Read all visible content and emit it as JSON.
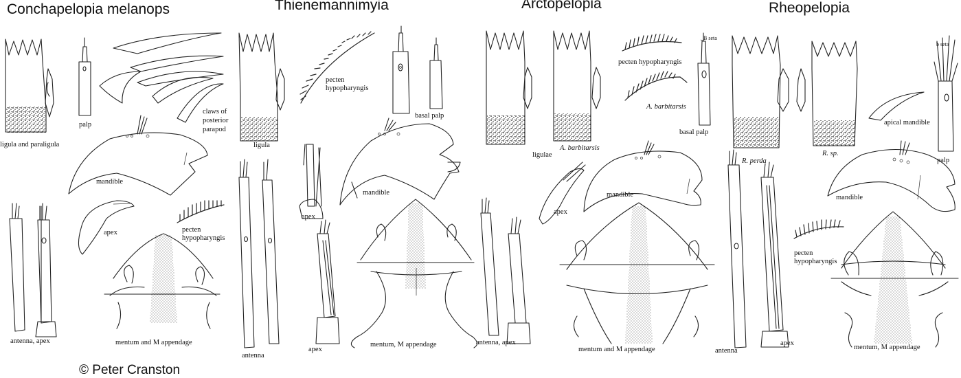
{
  "panels": {
    "conchapelopia": {
      "title": "Conchapelopia melanops",
      "labels": {
        "ligula": "ligula and paraligula",
        "palp": "palp",
        "claws1": "claws of",
        "claws2": "posterior",
        "claws3": "parapod",
        "mandible": "mandible",
        "apex": "apex",
        "pecten1": "pecten",
        "pecten2": "hypopharyngis",
        "antenna": "antenna, apex",
        "mentum": "mentum and M appendage"
      }
    },
    "thienemannimyia": {
      "title": "Thienemannimyia",
      "labels": {
        "pecten1": "pecten",
        "pecten2": "hypopharyngis",
        "basal_palp": "basal palp",
        "ligula": "ligula",
        "mandible": "mandible",
        "apex_upper": "apex",
        "antenna": "antenna",
        "apex_lower": "apex",
        "mentum": "mentum, M appendage"
      }
    },
    "arctopelopia": {
      "title": "Arctopelopia",
      "labels": {
        "pecten": "pecten hypopharyngis",
        "barbitarsis1": "A. barbitarsis",
        "b_seta": "B seta",
        "basal_palp": "basal palp",
        "ligulae": "ligulae",
        "barbitarsis2": "A. barbitarsis",
        "apex": "apex",
        "mandible": "mandible",
        "antenna": "antenna, apex",
        "mentum": "mentum and M appendage"
      }
    },
    "rheopelopia": {
      "title": "Rheopelopia",
      "labels": {
        "b_seta": "b seta",
        "apical_mandible": "apical mandible",
        "r_perda": "R. perda",
        "r_sp": "R. sp.",
        "palp": "palp",
        "mandible": "mandible",
        "pecten1": "pecten",
        "pecten2": "hypopharyngis",
        "antenna": "antenna",
        "apex": "apex",
        "mentum": "mentum, M appendage"
      }
    }
  },
  "copyright": "© Peter Cranston"
}
